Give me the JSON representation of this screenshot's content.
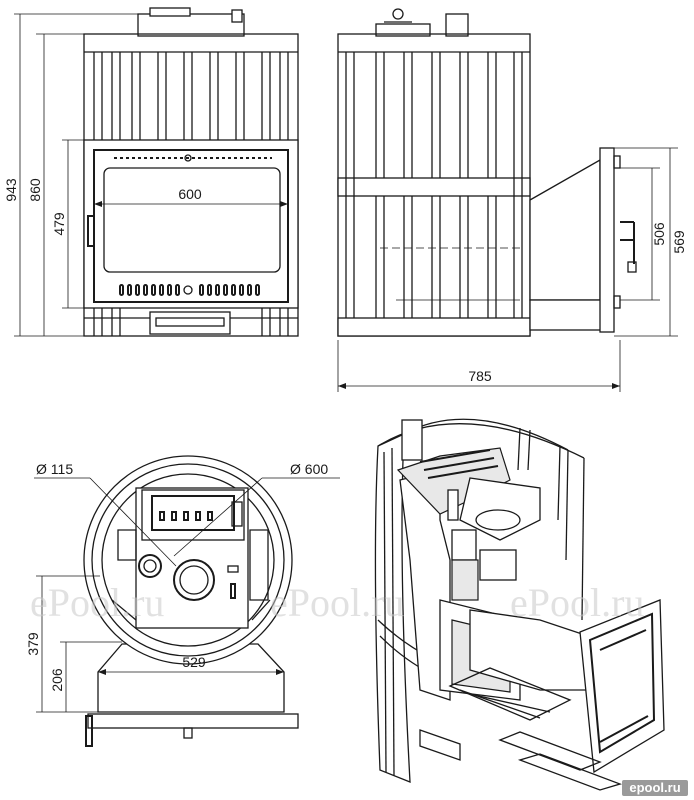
{
  "dimensions": {
    "front_total_height": "943",
    "front_body_height": "860",
    "front_door_height": "479",
    "front_door_width": "600",
    "side_total_width": "785",
    "side_tunnel_height": "569",
    "side_door_height": "506",
    "top_chimney_diameter": "Ø 115",
    "top_body_diameter": "Ø 600",
    "bottom_total_depth": "379",
    "bottom_tunnel_depth": "206",
    "bottom_tunnel_width": "529"
  },
  "watermark": {
    "text": "ePool.ru",
    "logo": "epool.ru"
  },
  "colors": {
    "line": "#1a1a1a",
    "watermark": "#c9c9c9",
    "logo_bg": "#9a9a9a"
  }
}
